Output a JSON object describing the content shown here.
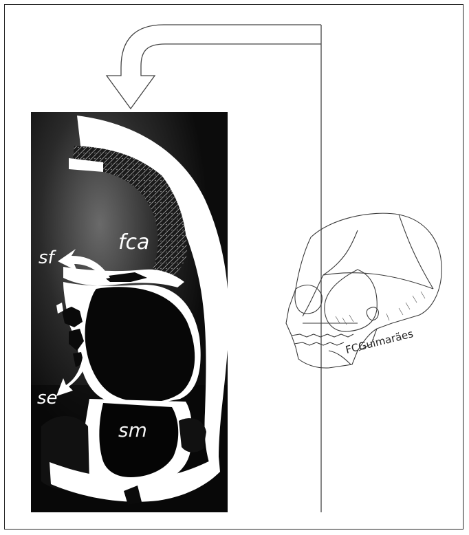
{
  "labels": {
    "frontal_sinus": "sf",
    "anterior_cranial_fossa": "fca",
    "sphenoid_sinus": "se",
    "maxillary_sinus": "sm"
  },
  "credit": "FCGuimarães",
  "colors": {
    "background": "#ffffff",
    "panel_dark": "#0c0c0c",
    "bone": "#ffffff",
    "line": "#333333"
  }
}
